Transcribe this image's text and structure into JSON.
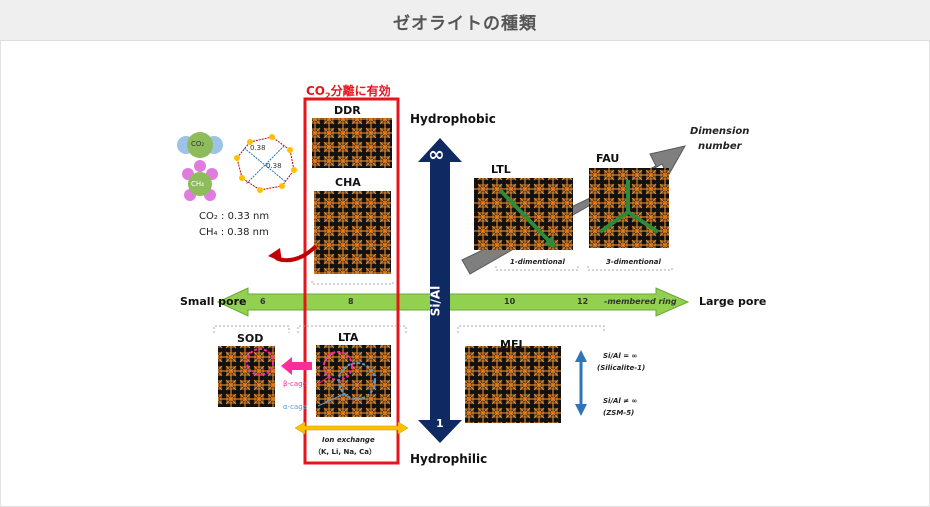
{
  "header": {
    "title": "ゼオライトの種類"
  },
  "highlight": {
    "title_pre": "CO",
    "title_sub": "2",
    "title_post": "分離に有効"
  },
  "axis": {
    "hydrophobic": "Hydrophobic",
    "hydrophilic": "Hydrophilic",
    "infinity": "∞",
    "one": "1",
    "si_al": "Si/Al",
    "small_pore": "Small pore",
    "large_pore": "Large pore",
    "ring_6": "6",
    "ring_8": "8",
    "ring_10": "10",
    "ring_12": "12",
    "ring_label": "-membered ring"
  },
  "dimension": {
    "label_line1": "Dimension",
    "label_line2": "number",
    "one_d": "1-dimentional",
    "three_d": "3-dimentional"
  },
  "zeolites": {
    "ddr": "DDR",
    "cha": "CHA",
    "lta": "LTA",
    "sod": "SOD",
    "ltl": "LTL",
    "fau": "FAU",
    "mfi": "MFI"
  },
  "gas": {
    "co2": "CO₂",
    "ch4": "CH₄",
    "co2_size": "CO₂ : 0.33 nm",
    "ch4_size": "CH₄ : 0.38 nm",
    "ring_d1": "0.38",
    "ring_d2": "0.38"
  },
  "cages": {
    "beta": "β-cage",
    "alpha": "α-cage"
  },
  "ion": {
    "line1": "Ion exchange",
    "line2": "（K, Li, Na, Ca）"
  },
  "mfi_ratio": {
    "top1": "Si/Al = ∞",
    "top2": "(Silicalite-1)",
    "bottom1": "Si/Al ≠ ∞",
    "bottom2": "(ZSM-5)"
  },
  "colors": {
    "highlight_red": "#e8141b",
    "si_al_arrow": "#0f2a63",
    "pore_arrow": "#92d050",
    "dimension_arrow": "#7f7f7f",
    "mfi_arrow": "#2e75b6",
    "beta_cage": "#ff2d9b",
    "alpha_cage": "#5b9bd5",
    "ion_arrow": "#ffc000",
    "framework": "#e07b1f"
  }
}
